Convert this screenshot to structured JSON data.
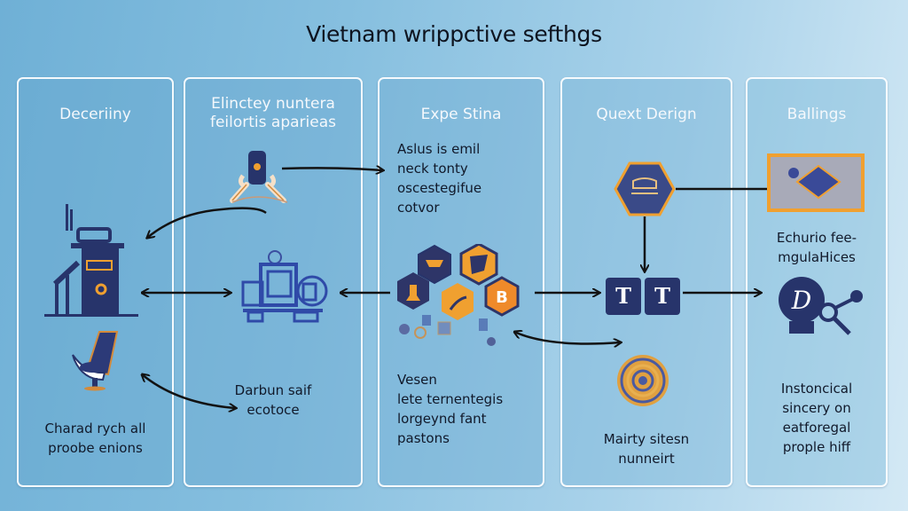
{
  "title": "Vietnam wrippctive sefthgs",
  "colors": {
    "navy": "#27346b",
    "orange": "#f0a030",
    "panel_border": "#ffffff",
    "arrow": "#121212"
  },
  "panels": [
    {
      "heading": "Deceriiny",
      "caption": "Charad rych all\nproobe enions",
      "icons": [
        "building-icon",
        "chair-icon"
      ]
    },
    {
      "heading": "Elinctey nuntera\nfeilortis aparieas",
      "caption": "Darbun saif\necotoce",
      "icons": [
        "robot-icon",
        "computer-icon"
      ]
    },
    {
      "heading": "Expe Stina",
      "intro": "Aslus is emil\nneck tonty\noscestegifue\ncotvor",
      "caption": "Vesen\nlete ternentegis\nlorgeynd fant\npastons",
      "icons": [
        "hexagon-cluster-icon"
      ],
      "hex_badge_letter": "B"
    },
    {
      "heading": "Quext Derign",
      "caption": "Mairty sitesn\nnunneirt",
      "icons": [
        "hexagon-ship-icon",
        "letter-tile-icon",
        "medallion-icon"
      ],
      "tiles": [
        "T",
        "T"
      ]
    },
    {
      "heading": "Ballings",
      "subheading": "Echurio fee-\nmgulaHices",
      "caption": "Instoncical\nsincery on\neatforegal\nprople hiff",
      "icons": [
        "framed-diamond-icon",
        "d-badge-icon"
      ],
      "badge_letter": "D"
    }
  ]
}
